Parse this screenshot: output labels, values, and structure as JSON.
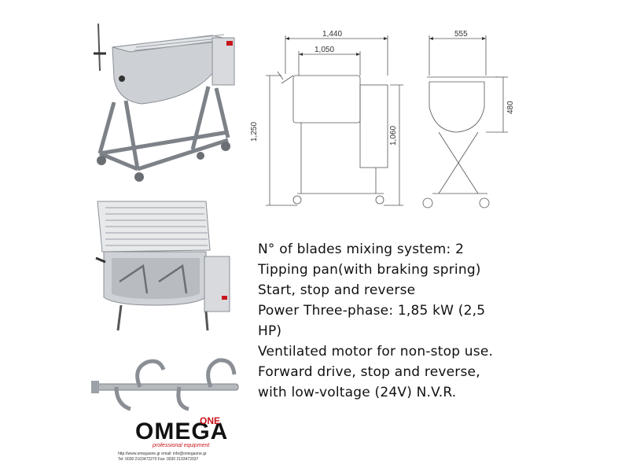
{
  "dimensions": {
    "total_length": "1,440",
    "pan_length": "1,050",
    "total_height": "1,250",
    "body_height": "1,060",
    "width": "555",
    "pan_height": "480"
  },
  "specs": [
    "N° of blades mixing system: 2",
    "Tipping pan(with braking spring)",
    "Start, stop and reverse",
    "Power Three-phase: 1,85 kW (2,5",
    "HP)",
    "Ventilated motor for non-stop use.",
    "Forward drive, stop and reverse,",
    "with low-voltage (24V) N.V.R."
  ],
  "logo": {
    "word": "OMEGA",
    "badge": "ONE",
    "tagline": "professional equipment",
    "contact_line1": "http://www.omegaone.gr  email: info@omegaone.gr",
    "contact_line2": "Tel: 0030 2103472270  Fax: 0030 2103472037"
  },
  "colors": {
    "steel": "#c9ccd0",
    "steel_dark": "#8a8f95",
    "brand_red": "#c8161d",
    "line": "#555555"
  }
}
